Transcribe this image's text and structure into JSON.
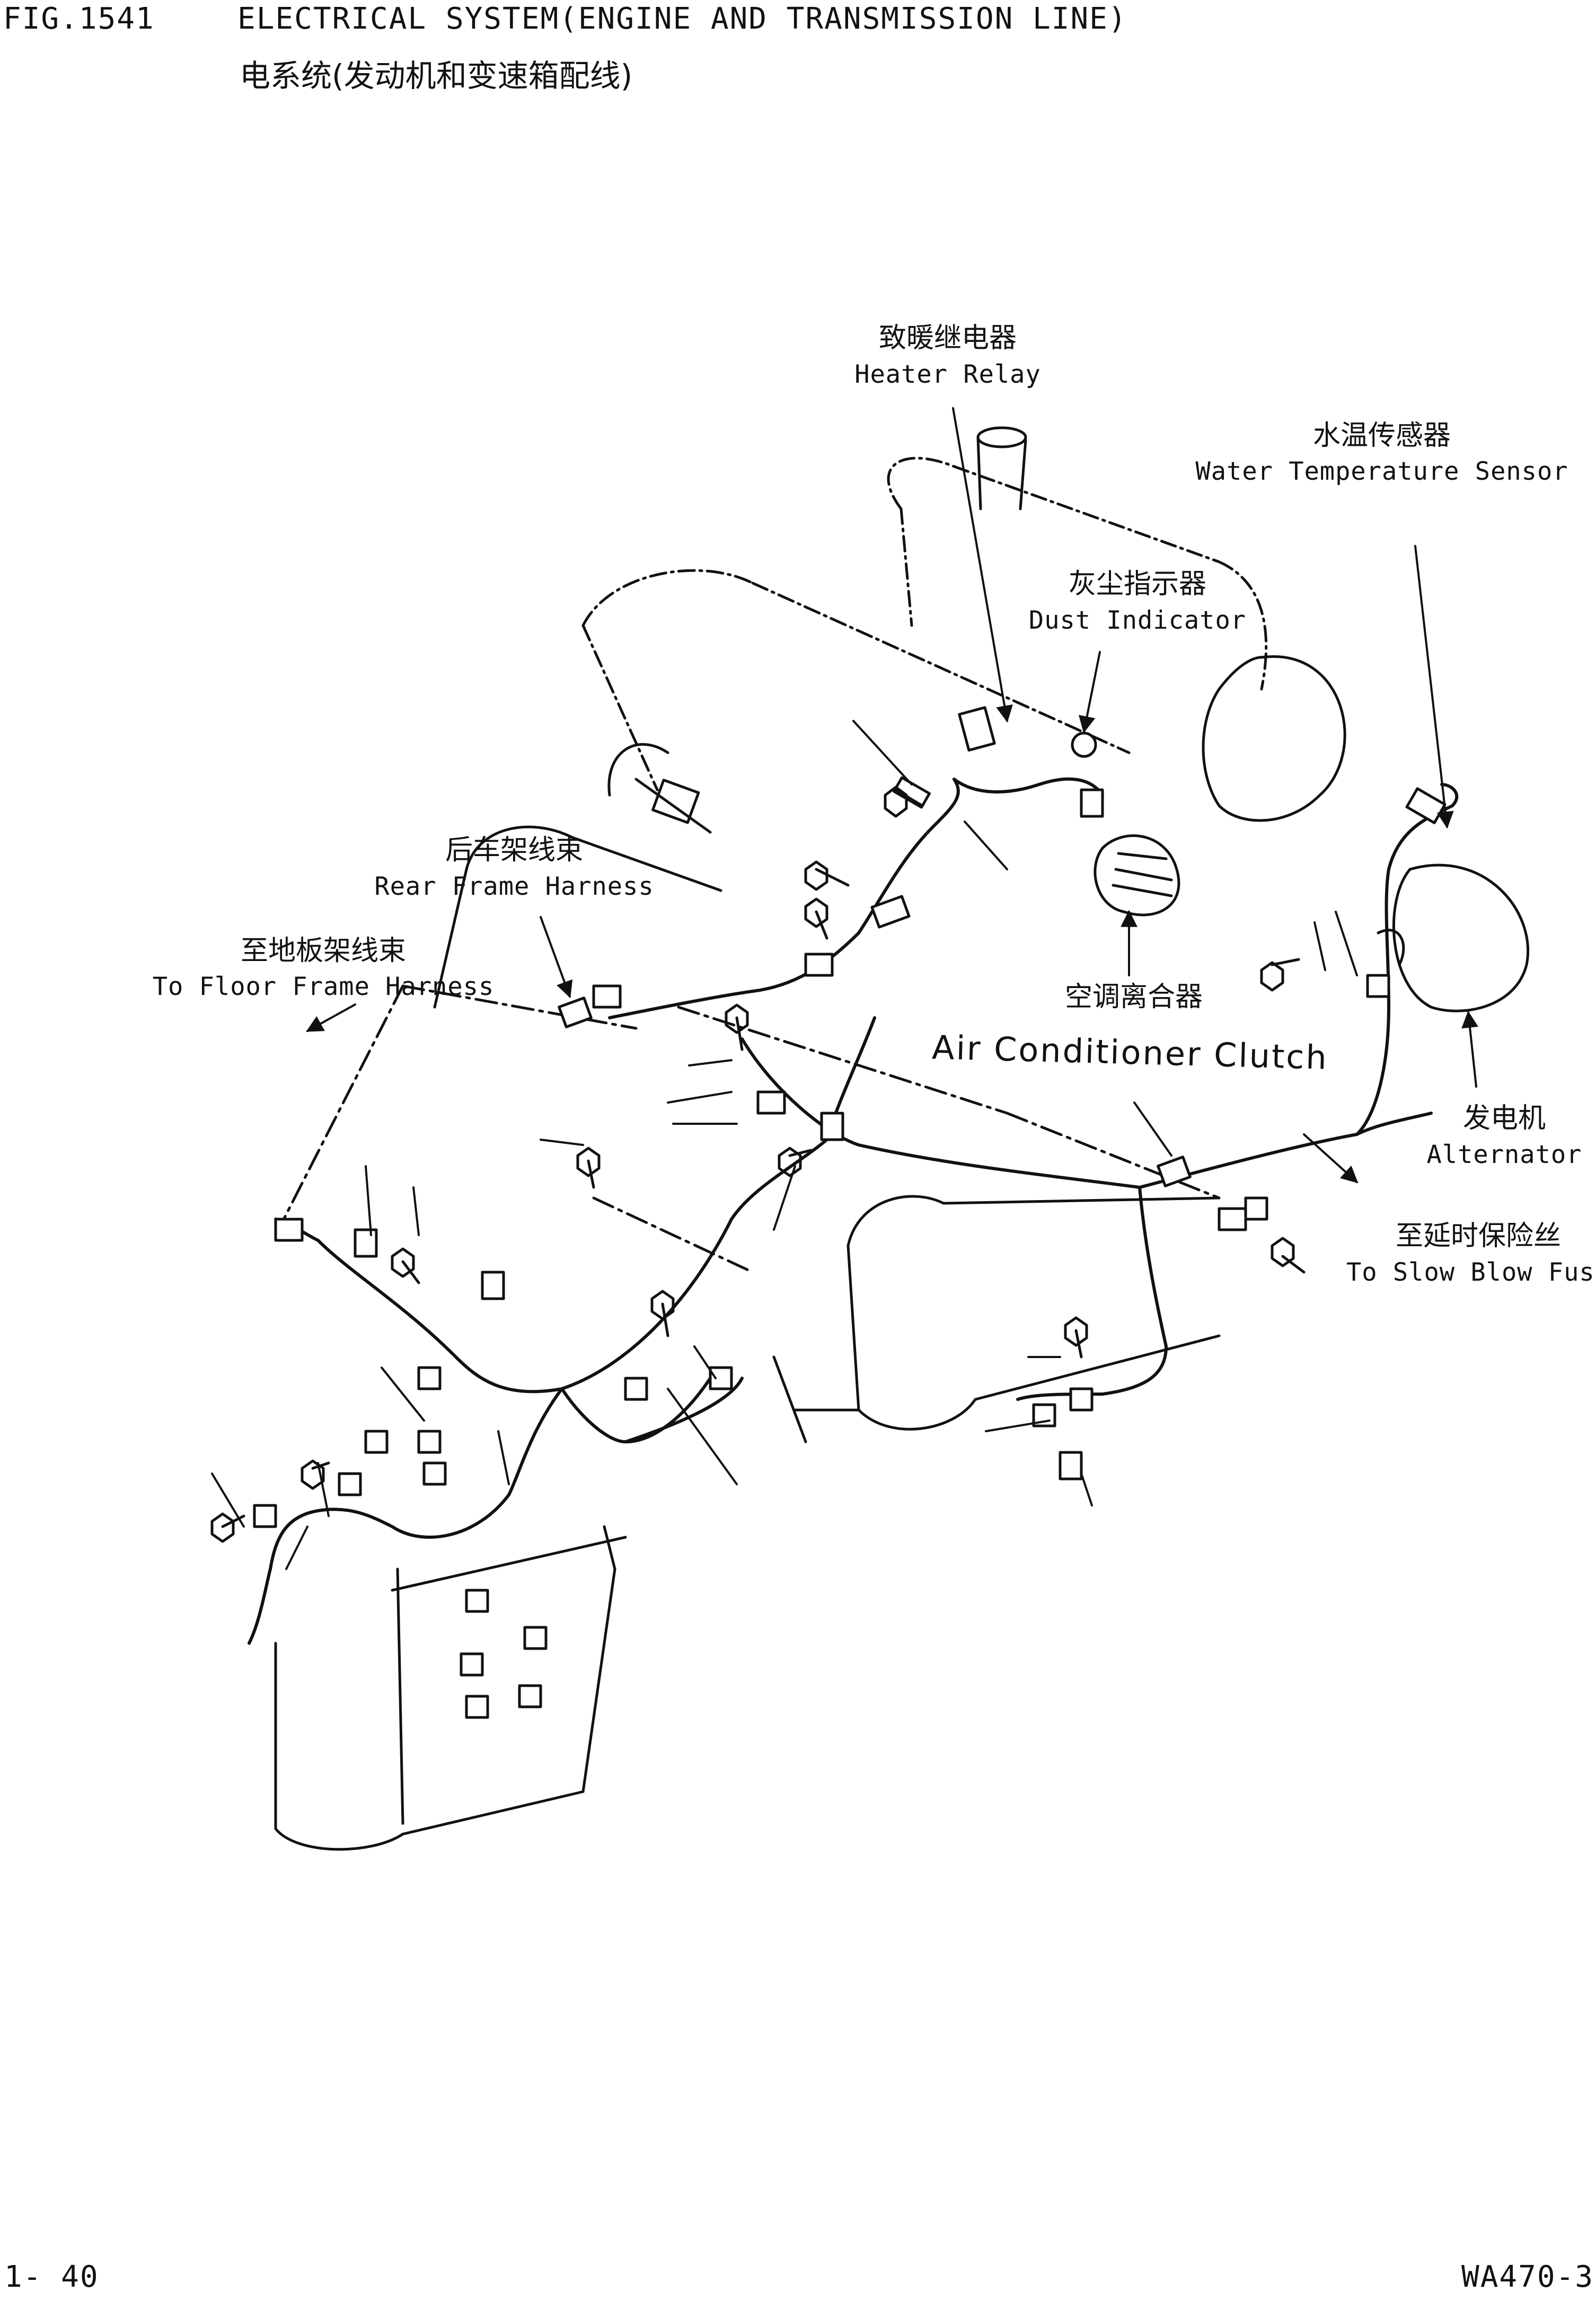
{
  "header": {
    "fig_number": "FIG.1541",
    "title_en": "ELECTRICAL SYSTEM(ENGINE AND TRANSMISSION LINE)",
    "title_cn": "电系统(发动机和变速箱配线)"
  },
  "labels": {
    "heater_relay": {
      "cn": "致暖继电器",
      "en": "Heater Relay"
    },
    "water_temp_sensor": {
      "cn": "水温传感器",
      "en": "Water Temperature Sensor"
    },
    "dust_indicator": {
      "cn": "灰尘指示器",
      "en": "Dust Indicator"
    },
    "rear_frame_harness": {
      "cn": "后车架线束",
      "en": "Rear Frame Harness"
    },
    "floor_frame_harness": {
      "cn": "至地板架线束",
      "en": "To Floor Frame Harness"
    },
    "ac_clutch": {
      "cn": "空调离合器",
      "en": "Air Conditioner Clutch"
    },
    "alternator": {
      "cn": "发电机",
      "en": "Alternator"
    },
    "slow_blow_fuse": {
      "cn": "至延时保险丝",
      "en": "To Slow Blow Fuse"
    }
  },
  "footer": {
    "page_number": "1- 40",
    "model": "WA470-3"
  }
}
